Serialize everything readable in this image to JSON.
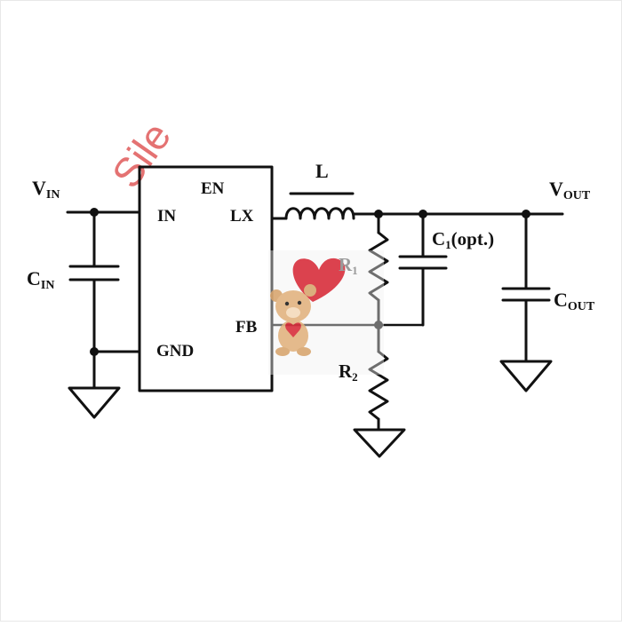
{
  "labels": {
    "vin": "V",
    "vin_sub": "IN",
    "cin": "C",
    "cin_sub": "IN",
    "en": "EN",
    "in": "IN",
    "lx": "LX",
    "fb": "FB",
    "gnd": "GND",
    "inductor": "L",
    "vout": "V",
    "vout_sub": "OUT",
    "c1": "C",
    "c1_sub": "1",
    "c1_suffix": "(opt.)",
    "r1": "R",
    "r1_sub": "1",
    "r2": "R",
    "r2_sub": "2",
    "cout": "C",
    "cout_sub": "OUT"
  },
  "watermark": {
    "text": "Sile"
  },
  "colors": {
    "ink": "#111111",
    "watermark": "#e05a5a",
    "heart": "#d9323f",
    "bear": "#d9a873"
  }
}
